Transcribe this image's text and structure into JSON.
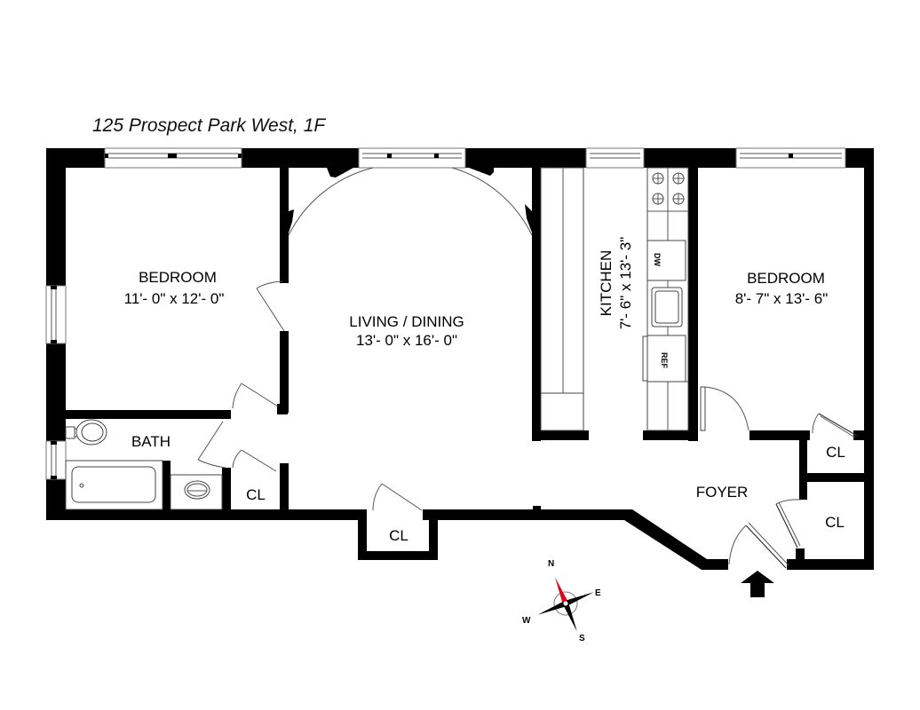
{
  "title": "125 Prospect Park West, 1F",
  "rooms": {
    "bedroom_left": {
      "name": "BEDROOM",
      "dims": "11'- 0\" x 12'- 0\""
    },
    "living_dining": {
      "name": "LIVING / DINING",
      "dims": "13'- 0\" x 16'- 0\""
    },
    "kitchen": {
      "name": "KITCHEN",
      "dims": "7'- 6\" x 13'- 3\""
    },
    "bedroom_right": {
      "name": "BEDROOM",
      "dims": "8'- 7\" x 13'- 6\""
    },
    "bath": {
      "name": "BATH"
    },
    "foyer": {
      "name": "FOYER"
    },
    "closets": [
      "CL",
      "CL",
      "CL",
      "CL"
    ]
  },
  "appliances": {
    "dishwasher": "DW",
    "refrigerator": "REF"
  },
  "compass": {
    "n": "N",
    "e": "E",
    "s": "S",
    "w": "W",
    "needle_color": "#e0001b"
  },
  "entry_marker": "entry-arrow"
}
